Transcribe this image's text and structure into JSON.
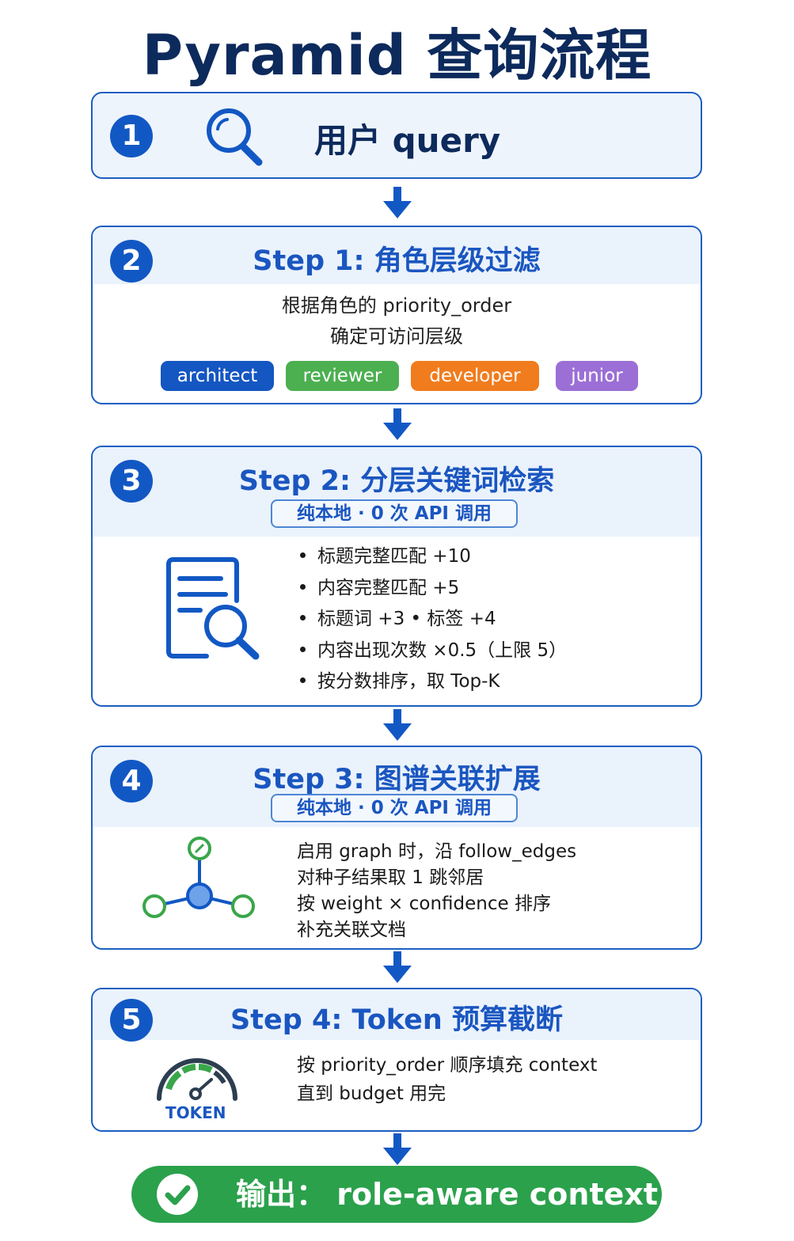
{
  "title": "Pyramid 查询流程",
  "steps": {
    "query": {
      "number": "1",
      "label": "用户 query",
      "icon": "search-icon"
    },
    "filter": {
      "number": "2",
      "title": "Step 1: 角色层级过滤",
      "lines": [
        "根据角色的 priority_order",
        "确定可访问层级"
      ],
      "roles": [
        {
          "label": "architect",
          "color": "#1456c2"
        },
        {
          "label": "reviewer",
          "color": "#4caf50"
        },
        {
          "label": "developer",
          "color": "#f07c1e"
        },
        {
          "label": "junior",
          "color": "#9b6fd6"
        }
      ]
    },
    "keyword": {
      "number": "3",
      "title": "Step 2: 分层关键词检索",
      "badge": "纯本地 · 0 次 API 调用",
      "icon": "document-search-icon",
      "bullets": [
        "标题完整匹配 +10",
        "内容完整匹配 +5",
        "标题词 +3 • 标签 +4",
        "内容出现次数 ×0.5（上限 5）",
        "按分数排序，取 Top-K"
      ]
    },
    "graph": {
      "number": "4",
      "title": "Step 3: 图谱关联扩展",
      "badge": "纯本地 · 0 次 API 调用",
      "icon": "graph-icon",
      "lines": [
        "启用 graph 时，沿 follow_edges",
        "对种子结果取 1 跳邻居",
        "按 weight × confidence 排序",
        "补充关联文档"
      ]
    },
    "token": {
      "number": "5",
      "title": "Step 4: Token 预算截断",
      "icon": "gauge-icon",
      "icon_label": "TOKEN",
      "lines": [
        "按 priority_order 顺序填充 context",
        "直到 budget 用完"
      ]
    }
  },
  "output": {
    "label": "输出： role-aware context",
    "icon": "check-icon"
  },
  "colors": {
    "primary": "#1b5fc2",
    "output": "#2ba14c",
    "title": "#0d2a5c"
  }
}
